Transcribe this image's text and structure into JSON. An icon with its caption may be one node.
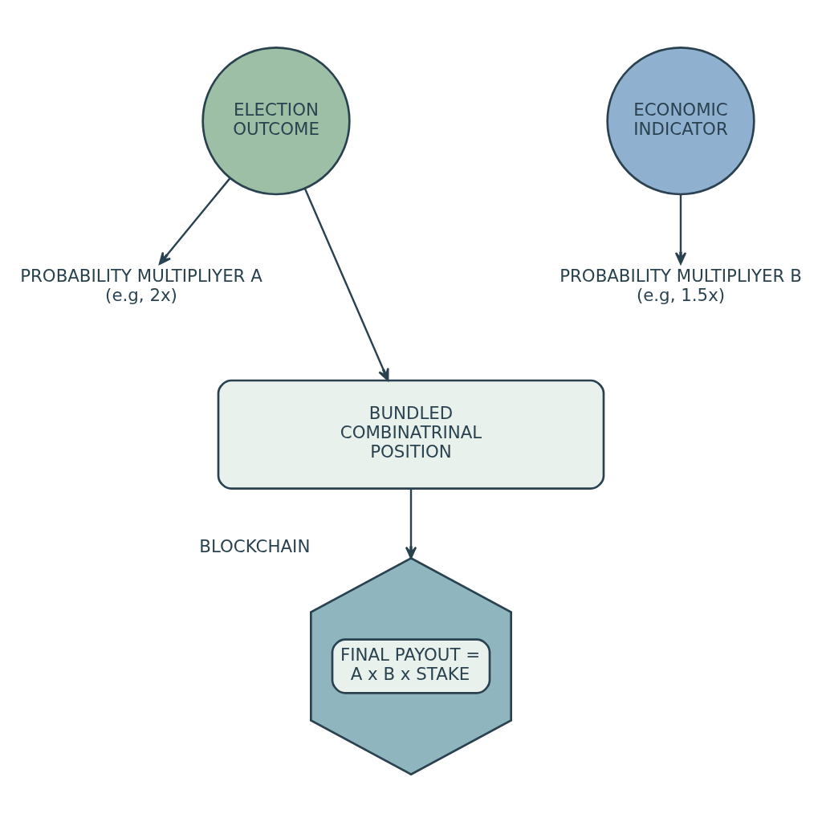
{
  "diagram": {
    "nodes": [
      {
        "text": [
          "ELECTION OUTCOME"
        ]
      },
      {
        "text": [
          "ECONOMIC INDICATOR"
        ]
      },
      {
        "text": [
          "PROBABILITY MULTIPLIYER A (e.g, 2x)"
        ]
      },
      {
        "text": [
          "PROBABILITY MULTIPLIYER B (e.g, 1.5x)"
        ]
      },
      {
        "text": [
          "BUNDLED COMBINATRINAL POSITION"
        ]
      },
      {
        "text": [
          "FINAL PAYOUT = A x B x STAKE"
        ],
        "beside": [
          "BLOCKCHAIN"
        ]
      }
    ],
    "edges": [
      {
        "from": 0,
        "to": 2,
        "arrow": "to"
      },
      {
        "from": 1,
        "to": 3,
        "arrow": "to"
      },
      {
        "from": 0,
        "to": 4,
        "arrow": "to"
      },
      {
        "from": 4,
        "to": 5,
        "arrow": "to"
      }
    ]
  }
}
